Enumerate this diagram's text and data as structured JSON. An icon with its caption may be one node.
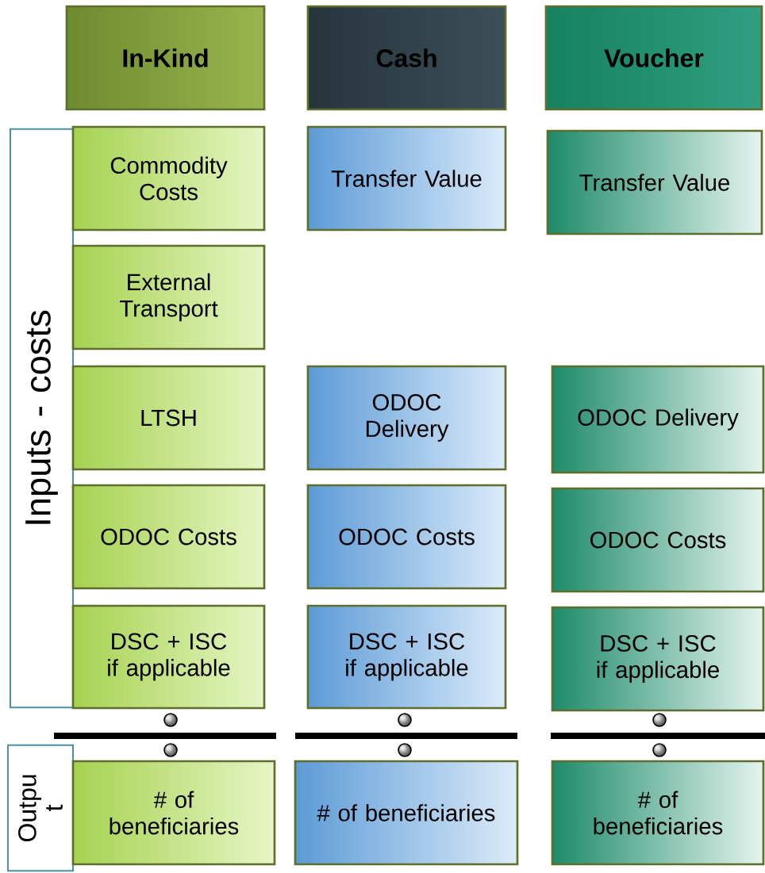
{
  "diagram": {
    "nodes": [
      {
        "text": [
          "In-Kind"
        ]
      },
      {
        "text": [
          "Cash"
        ]
      },
      {
        "text": [
          "Voucher"
        ]
      },
      {
        "text": [
          "Inputs - costs"
        ]
      },
      {
        "text": [
          "Commodity Costs"
        ]
      },
      {
        "text": [
          "Transfer Value"
        ]
      },
      {
        "text": [
          "Transfer Value"
        ]
      },
      {
        "text": [
          "External Transport"
        ]
      },
      {
        "text": [
          "LTSH"
        ]
      },
      {
        "text": [
          "ODOC Delivery"
        ]
      },
      {
        "text": [
          "ODOC Delivery"
        ]
      },
      {
        "text": [
          "ODOC Costs"
        ]
      },
      {
        "text": [
          "ODOC Costs"
        ]
      },
      {
        "text": [
          "ODOC Costs"
        ]
      },
      {
        "text": [
          "DSC + ISC if applicable"
        ]
      },
      {
        "text": [
          "DSC + ISC if applicable"
        ]
      },
      {
        "text": [
          "DSC + ISC if applicable"
        ]
      },
      {
        "text": [
          "Outpu t"
        ]
      },
      {
        "text": [
          "# of beneficiaries"
        ]
      },
      {
        "text": [
          "# of beneficiaries"
        ]
      },
      {
        "text": [
          "# of beneficiaries"
        ]
      }
    ]
  }
}
